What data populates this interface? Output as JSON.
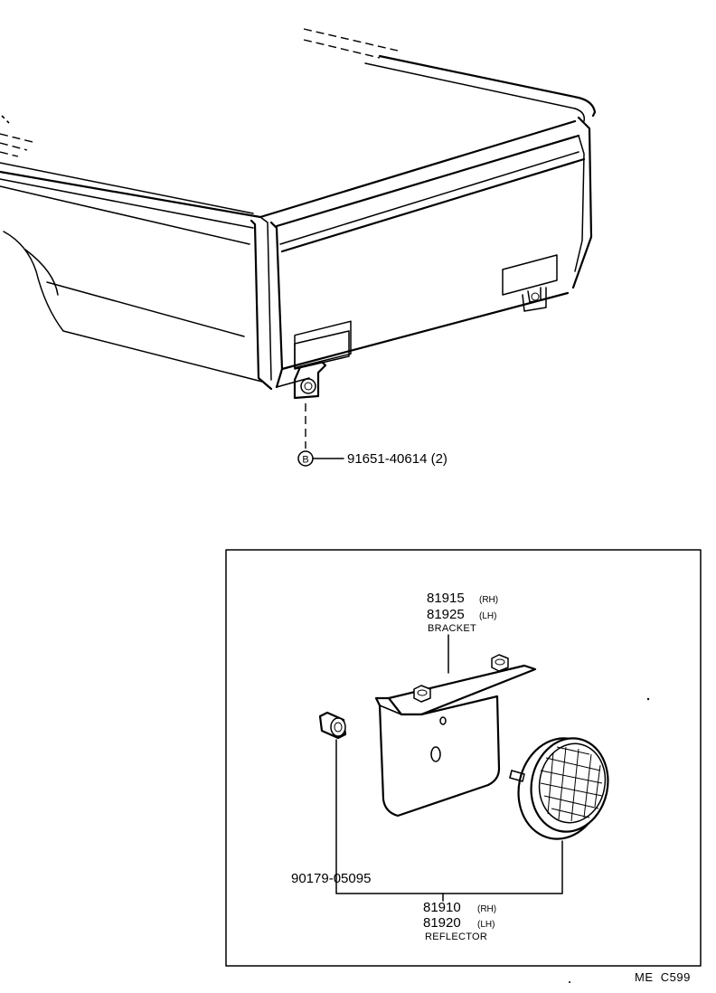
{
  "callout_b": {
    "symbol": "B",
    "part_number": "91651-40614 (2)"
  },
  "bracket": {
    "part_rh": "81915",
    "side_rh": "(RH)",
    "part_lh": "81925",
    "side_lh": "(LH)",
    "name": "BRACKET"
  },
  "nut": {
    "part_number": "90179-05095"
  },
  "reflector": {
    "part_rh": "81910",
    "side_rh": "(RH)",
    "part_lh": "81920",
    "side_lh": "(LH)",
    "name": "REFLECTOR"
  },
  "page_ref": "ME  C599"
}
